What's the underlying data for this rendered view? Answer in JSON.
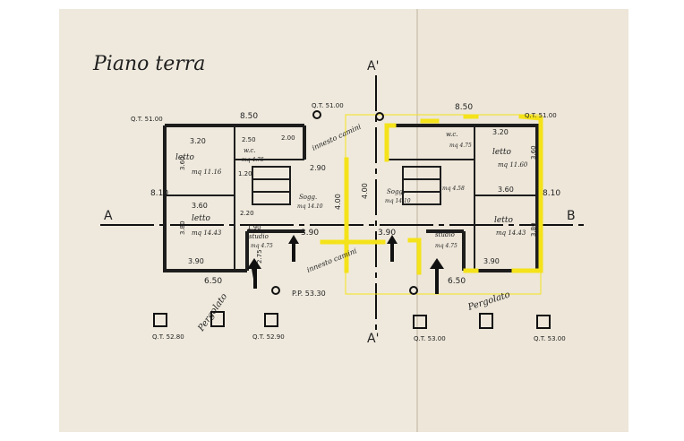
{
  "title": "Piano terra",
  "section_labels": {
    "left": "A",
    "right": "B",
    "top": "A'",
    "bottom": "A'"
  },
  "elevations": {
    "qt_left_top": "Q.T. 51.00",
    "qt_center_top": "Q.T. 51.00",
    "qt_right_top": "Q.T. 51.00",
    "pp": "P.P. 53.30",
    "qt_bl1": "Q.T. 52.80",
    "qt_bl2": "Q.T. 52.90",
    "qt_br1": "Q.T. 53.00",
    "qt_br2": "Q.T. 53.00"
  },
  "dimensions": {
    "top_left_width": "8.50",
    "top_right_width": "8.50",
    "bottom_left_width": "6.50",
    "bottom_right_width": "6.50",
    "left_depth": "8.10",
    "right_depth": "8.10",
    "room_w_320_l": "3.20",
    "room_w_360_l": "3.60",
    "room_w_390_l": "3.90",
    "room_w_320_r": "3.20",
    "room_w_360_r": "3.60",
    "room_w_390_r": "3.90",
    "center_390_l": "3.90",
    "center_390_r": "3.90",
    "center_400_l": "4.00",
    "center_400_r": "4.00",
    "d_250": "2.50",
    "d_200": "2.00",
    "d_290": "2.90",
    "d_120": "1.20",
    "d_220": "2.20",
    "d_190": "1.90",
    "d_275": "2.75",
    "d_360v": "3.60",
    "d_380v": "3.80",
    "d_360vr": "3.60",
    "d_380vr": "3.80"
  },
  "rooms": {
    "letto_tl": "letto",
    "letto_tl_area": "mq 11.16",
    "letto_ml": "letto",
    "letto_ml_area": "mq 14.43",
    "wc_l": "w.c.",
    "wc_l_area": "mq 4.75",
    "soggiorno_l": "Sogg.",
    "soggiorno_l_area": "mq 14.10",
    "stud_l": "studio",
    "stud_l_area": "mq 4.75",
    "letto_tr": "letto",
    "letto_tr_area": "mq 11.60",
    "letto_mr": "letto",
    "letto_mr_area": "mq 14.43",
    "wc_r": "w.c.",
    "wc_r_area": "mq 4.75",
    "soggiorno_r": "Sogg.",
    "soggiorno_r_area": "mq 14.10",
    "stud_r": "studio",
    "stud_r_area": "mq 4.75",
    "stud_r_small": "mq 4.58"
  },
  "annotations": {
    "top_note": "innesto camini",
    "center_note": "innesto camini",
    "pergolato_l": "Pergolato",
    "pergolato_r": "Pergolato"
  },
  "colors": {
    "paper": "#efe9dd",
    "ink": "#1d1d1d",
    "highlight": "#f4e21a"
  }
}
